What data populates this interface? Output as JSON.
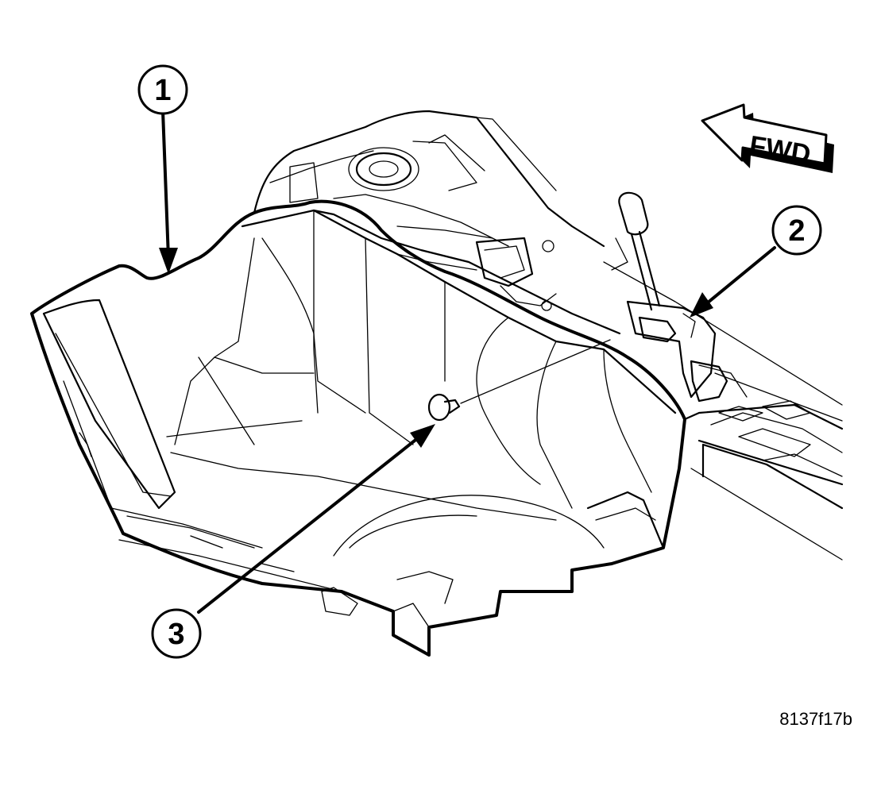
{
  "callouts": [
    {
      "number": "1"
    },
    {
      "number": "2"
    },
    {
      "number": "3"
    }
  ],
  "direction_label": "FWD",
  "figure_id": "8137f17b",
  "colors": {
    "line": "#000000",
    "background": "#ffffff"
  }
}
